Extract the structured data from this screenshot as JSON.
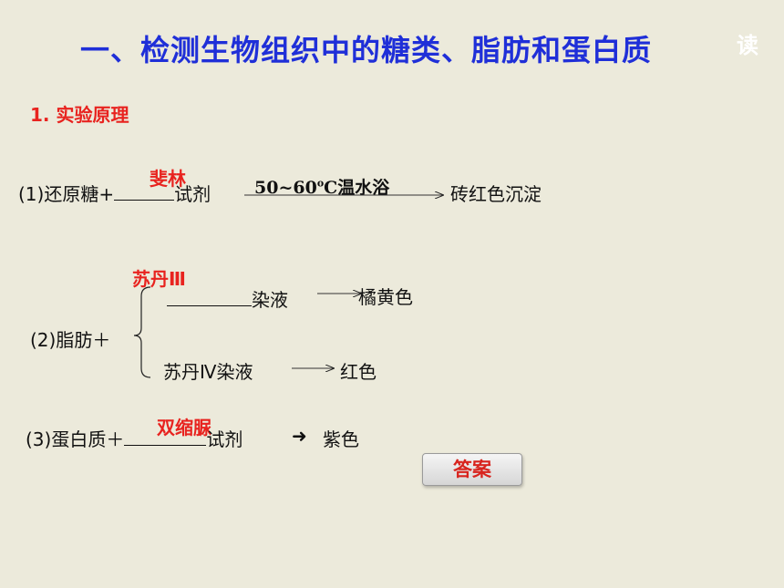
{
  "title": "一、检测生物组织中的糖类、脂肪和蛋白质",
  "corner_text": "读",
  "section_heading": "1. 实验原理",
  "item1": {
    "prefix": "(1)还原糖+",
    "answer": "斐林",
    "after_blank": "试剂",
    "condition_a": "50~60",
    "condition_sup": "o",
    "condition_b": "C温水浴",
    "result": "砖红色沉淀"
  },
  "item2": {
    "prefix": "(2)脂肪＋",
    "answer": "苏丹Ⅲ",
    "stain_a_suffix": "染液",
    "result_a": "橘黄色",
    "stain_b": "苏丹Ⅳ染液",
    "result_b": "红色"
  },
  "item3": {
    "prefix": "(3)蛋白质＋",
    "answer": "双缩脲",
    "after_blank": "试剂",
    "result": "紫色"
  },
  "answer_button": "答案",
  "colors": {
    "background": "#ECEADB",
    "title": "#1F2FD8",
    "accent_red": "#E8231F"
  }
}
